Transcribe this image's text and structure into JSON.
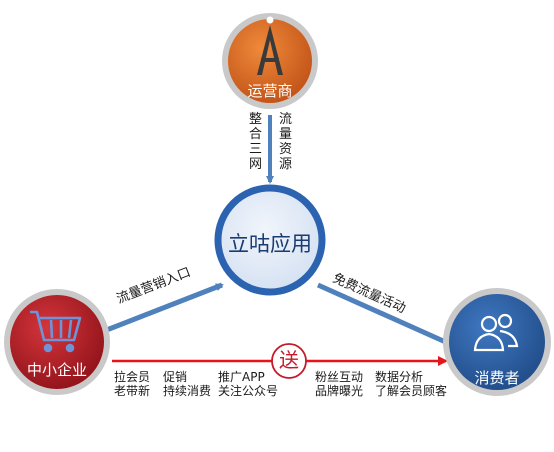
{
  "nodes": {
    "operator": {
      "label": "运营商",
      "color": "#d2691e"
    },
    "center": {
      "label": "立咕应用",
      "color": "#dce7f5"
    },
    "sme": {
      "label": "中小企业",
      "color": "#b3262e"
    },
    "consumer": {
      "label": "消费者",
      "color": "#2f5f9e"
    }
  },
  "edges": {
    "operator_to_center": {
      "left_label": "整合三网",
      "right_label": "流量资源"
    },
    "sme_to_center": {
      "label": "流量营销入口"
    },
    "center_to_consumer": {
      "label": "免费流量活动"
    },
    "sme_to_consumer": {
      "badge": "送",
      "groups": [
        {
          "line1": "拉会员",
          "line2": "老带新"
        },
        {
          "line1": "促销",
          "line2": "持续消费"
        },
        {
          "line1": "推广APP",
          "line2": "关注公众号"
        },
        {
          "line1": "粉丝互动",
          "line2": "品牌曝光"
        },
        {
          "line1": "数据分析",
          "line2": "了解会员顾客"
        }
      ]
    }
  },
  "colors": {
    "arrow_blue": "#4f81bd",
    "arrow_red": "#e8141b"
  },
  "icons": {
    "operator": "tower-icon",
    "sme": "shopping-cart-icon",
    "consumer": "users-icon"
  }
}
